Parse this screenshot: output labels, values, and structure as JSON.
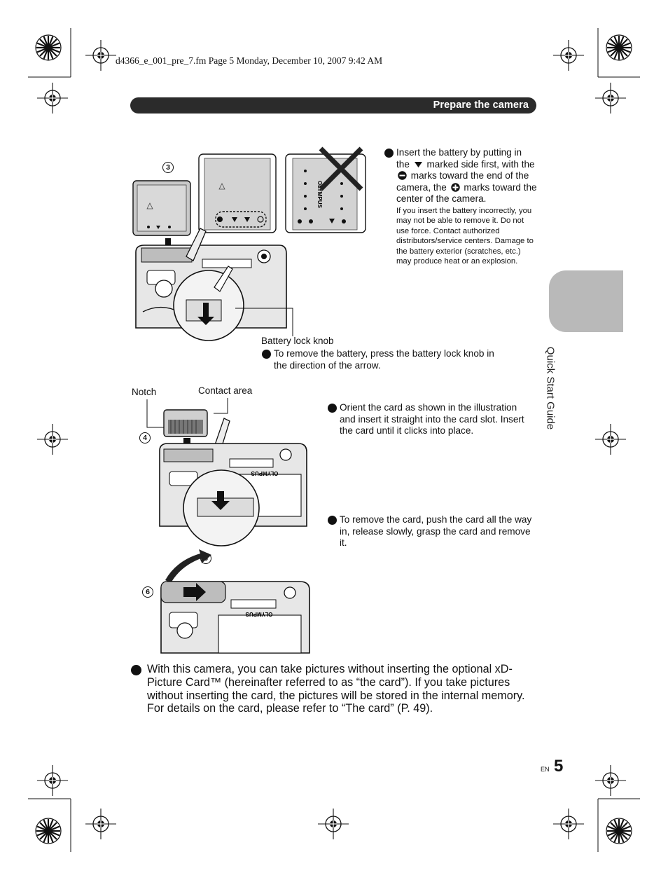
{
  "header": {
    "file_info": "d4366_e_001_pre_7.fm  Page 5  Monday, December 10, 2007  9:42 AM"
  },
  "section": {
    "title": "Prepare the camera"
  },
  "side_tab": {
    "label": "Quick Start Guide"
  },
  "battery": {
    "step_number": "3",
    "instruction_part1": "Insert the battery by putting in the",
    "instruction_part2": "marked side first, with the",
    "instruction_part3": "marks toward the end of the camera, the",
    "instruction_part4": "marks toward the center of the camera.",
    "warning": "If you insert the battery incorrectly, you may not be able to remove it. Do not use force. Contact authorized distributors/service centers. Damage to the battery exterior (scratches, etc.) may produce heat or an explosion.",
    "illustration_brand": "OLYMPUS",
    "lock_knob_label": "Battery lock knob",
    "remove_instruction": "To remove the battery, press the battery lock knob in the direction of the arrow."
  },
  "card": {
    "step_number": "4",
    "notch_label": "Notch",
    "contact_label": "Contact area",
    "orient_instruction": "Orient the card as shown in the illustration and insert it straight into the card slot. Insert the card until it clicks into place.",
    "remove_instruction": "To remove the card, push the card all the way in, release slowly, grasp the card and remove it.",
    "illustration_brand": "OLYMPUS"
  },
  "cover": {
    "step_close": "5",
    "step_slide": "6",
    "illustration_brand": "OLYMPUS"
  },
  "note": {
    "text": "With this camera, you can take pictures without inserting the optional xD-Picture Card™ (hereinafter referred to as “the card”). If you take pictures without inserting the card, the pictures will be stored in the internal memory. For details on the card, please refer to “The card” (P. 49)."
  },
  "footer": {
    "lang": "EN",
    "page": "5"
  }
}
